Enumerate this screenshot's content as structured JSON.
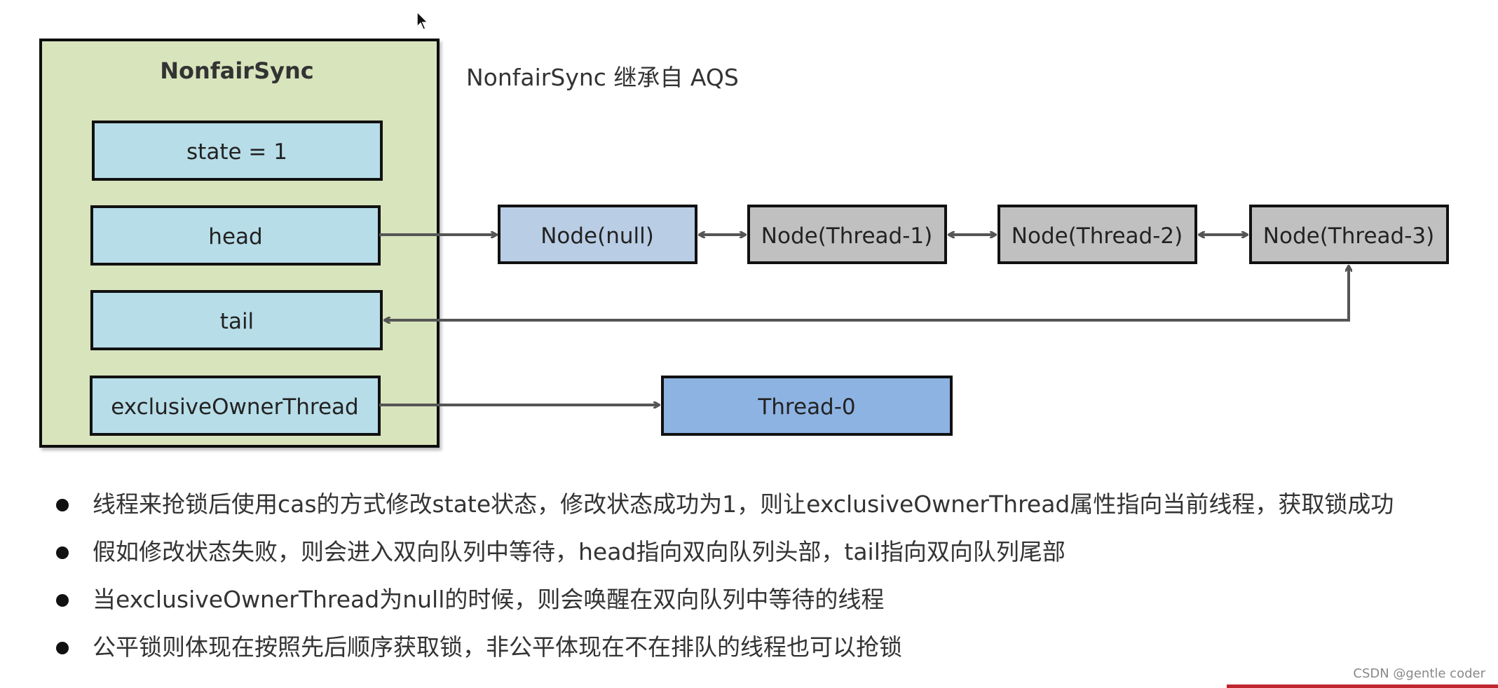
{
  "diagram": {
    "container_title": "NonfairSync",
    "caption": "NonfairSync 继承自 AQS",
    "fields": {
      "state": "state = 1",
      "head": "head",
      "tail": "tail",
      "owner": "exclusiveOwnerThread"
    },
    "nodes": [
      "Node(null)",
      "Node(Thread-1)",
      "Node(Thread-2)",
      "Node(Thread-3)"
    ],
    "owner_thread": "Thread-0",
    "colors": {
      "container_fill": "#d8e4bc",
      "field_fill": "#b7dde8",
      "null_node_fill": "#b9cde5",
      "thread_node_fill": "#c0c0c0",
      "owner_thread_fill": "#8db3e2",
      "arrow": "#555555"
    }
  },
  "bullets": [
    "线程来抢锁后使用cas的方式修改state状态，修改状态成功为1，则让exclusiveOwnerThread属性指向当前线程，获取锁成功",
    "假如修改状态失败，则会进入双向队列中等待，head指向双向队列头部，tail指向双向队列尾部",
    "当exclusiveOwnerThread为null的时候，则会唤醒在双向队列中等待的线程",
    "公平锁则体现在按照先后顺序获取锁，非公平体现在不在排队的线程也可以抢锁"
  ],
  "watermark": "CSDN @gentle coder"
}
